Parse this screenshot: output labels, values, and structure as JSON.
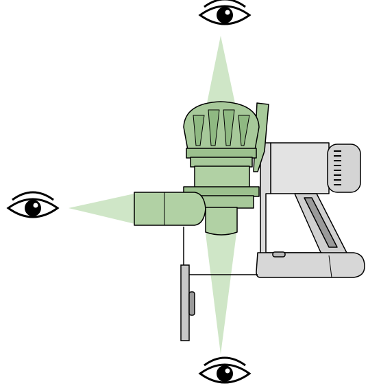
{
  "figure": {
    "colors": {
      "background": "#ffffff",
      "sightline": "#cfe6c7",
      "green_body": "#a7c99a",
      "green_dark": "#7aa36c",
      "grey_body": "#d9d9d9",
      "grey_dark": "#9a9a9a",
      "outline": "#000000"
    },
    "viewpoints": [
      {
        "name": "top"
      },
      {
        "name": "left"
      },
      {
        "name": "bottom"
      }
    ],
    "icons": [
      "eye-icon",
      "eye-icon",
      "eye-icon"
    ]
  }
}
